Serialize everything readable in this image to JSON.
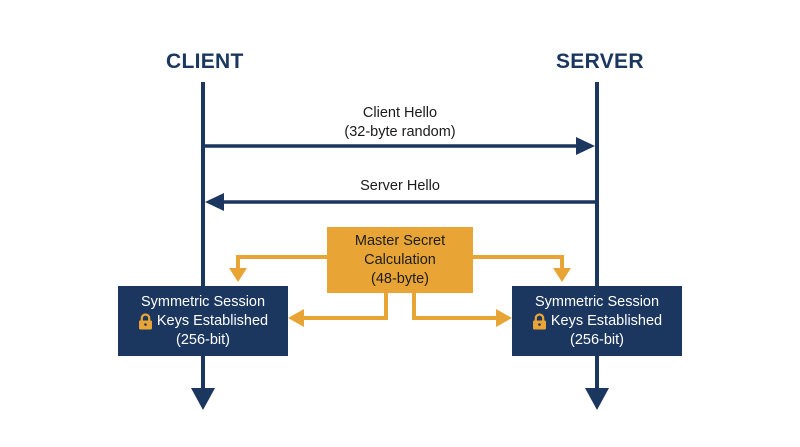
{
  "colors": {
    "navy": "#1b3760",
    "gold": "#e8a535",
    "text_dark": "#1c1c1c",
    "text_light": "#ffffff"
  },
  "actors": {
    "client": {
      "label": "CLIENT"
    },
    "server": {
      "label": "SERVER"
    }
  },
  "messages": {
    "client_hello": {
      "line1": "Client Hello",
      "line2": "(32-byte random)"
    },
    "server_hello": {
      "line1": "Server Hello"
    }
  },
  "master_secret": {
    "line1": "Master Secret",
    "line2": "Calculation",
    "line3": "(48-byte)"
  },
  "client_keys": {
    "line1": "Symmetric Session",
    "line2": "Keys Established",
    "line3": "(256-bit)",
    "icon": "lock-icon"
  },
  "server_keys": {
    "line1": "Symmetric Session",
    "line2": "Keys Established",
    "line3": "(256-bit)",
    "icon": "lock-icon"
  }
}
